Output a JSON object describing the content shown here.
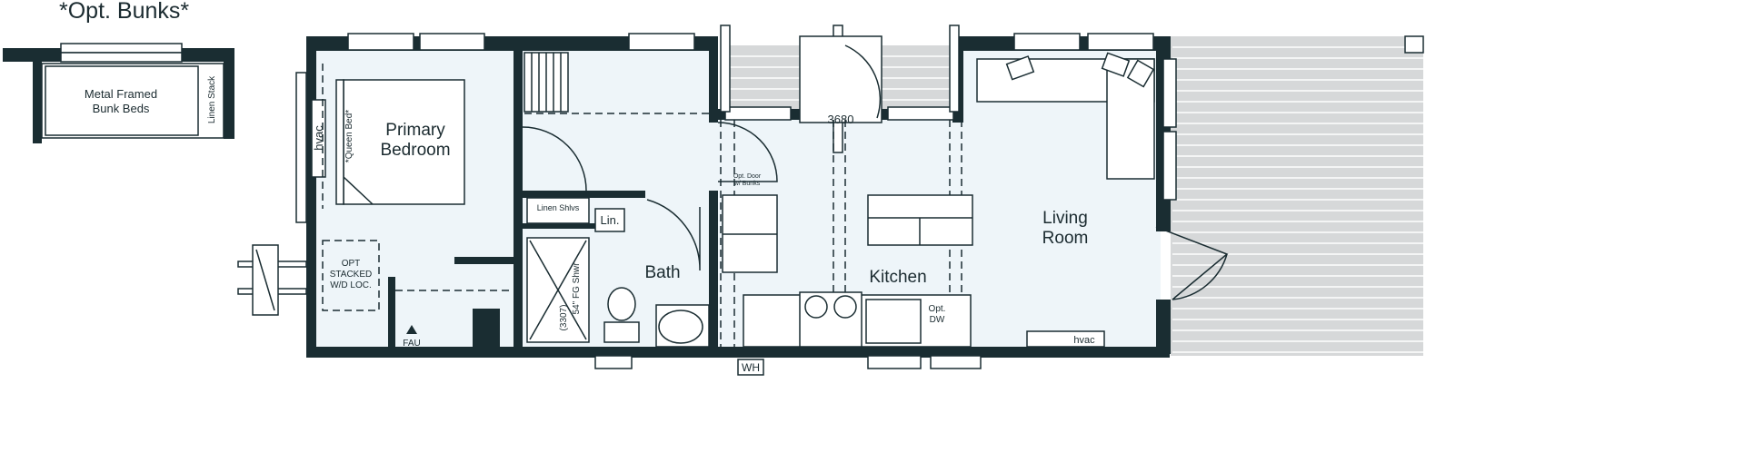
{
  "title": "*Opt. Bunks*",
  "bunk_option": {
    "bunk_label_line1": "Metal Framed",
    "bunk_label_line2": "Bunk Beds",
    "linen": "Linen Stack"
  },
  "rooms": {
    "primary_line1": "Primary",
    "primary_line2": "Bedroom",
    "bath": "Bath",
    "kitchen": "Kitchen",
    "living_line1": "Living",
    "living_line2": "Room"
  },
  "labels": {
    "hvac_bedroom": "hvac",
    "queen_bed": "*Queen Bed*",
    "wd_line1": "OPT",
    "wd_line2": "STACKED",
    "wd_line3": "W/D LOC.",
    "fau": "FAU",
    "linen_shelves": "Linen Shlvs",
    "lin": "Lin.",
    "shower": "54\" FG Shwr",
    "shower_code": "(3307)",
    "opt_door_line1": "Opt. Door",
    "opt_door_line2": "w/ Bunks",
    "door_code": "3680",
    "opt_dw_line1": "Opt.",
    "opt_dw_line2": "DW",
    "hvac_living": "hvac",
    "wh": "WH"
  },
  "colors": {
    "wall": "#1a2d32",
    "floor": "#eef5f9",
    "deck": "#d6d8d9"
  }
}
